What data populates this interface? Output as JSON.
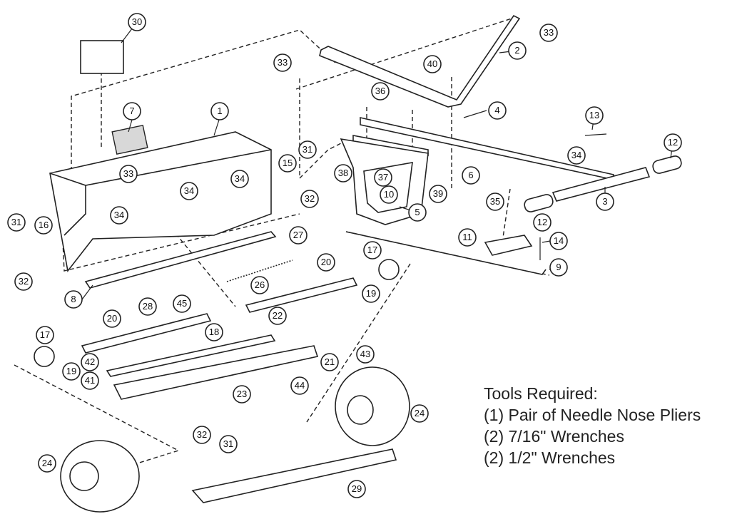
{
  "callouts": [
    "1",
    "2",
    "3",
    "4",
    "5",
    "6",
    "7",
    "8",
    "9",
    "10",
    "11",
    "12",
    "13",
    "14",
    "15",
    "16",
    "17",
    "18",
    "19",
    "20",
    "21",
    "22",
    "23",
    "24",
    "26",
    "27",
    "28",
    "29",
    "30",
    "31",
    "32",
    "33",
    "34",
    "35",
    "36",
    "37",
    "38",
    "39",
    "40",
    "41",
    "42",
    "43",
    "44",
    "45"
  ],
  "tools": {
    "heading": "Tools Required:",
    "items": [
      "(1) Pair of Needle Nose Pliers",
      "(2) 7/16\" Wrenches",
      "(2) 1/2\" Wrenches"
    ]
  }
}
